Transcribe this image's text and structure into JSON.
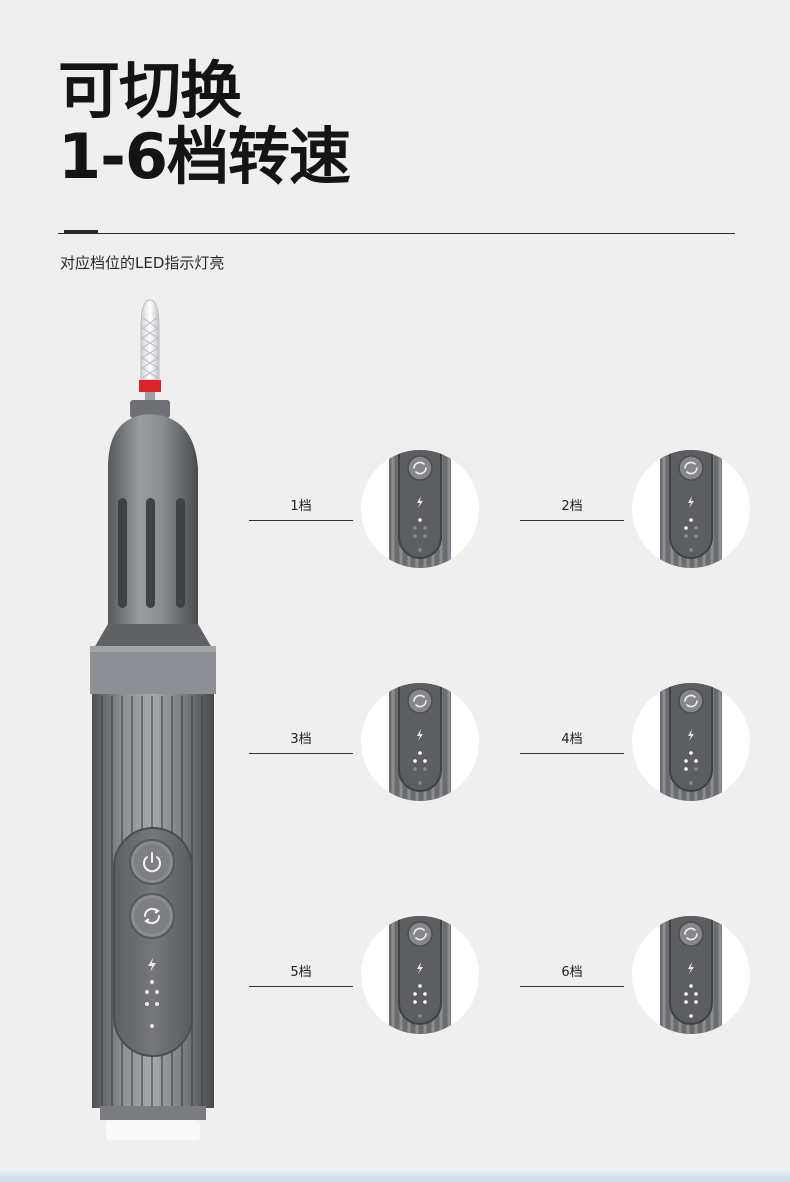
{
  "header": {
    "title_line1": "可切换",
    "title_line2": "1-6档转速",
    "subtitle": "对应档位的LED指示灯亮"
  },
  "speeds": [
    {
      "label": "1档",
      "lit": 1
    },
    {
      "label": "2档",
      "lit": 2
    },
    {
      "label": "3档",
      "lit": 3
    },
    {
      "label": "4档",
      "lit": 4
    },
    {
      "label": "5档",
      "lit": 5
    },
    {
      "label": "6档",
      "lit": 6
    }
  ],
  "icons": {
    "power": "power-icon",
    "cycle": "cycle-icon",
    "bolt": "bolt-icon"
  },
  "colors": {
    "background": "#efefef",
    "body_metal": "#6d6f73",
    "accent_red": "#d9222a"
  }
}
